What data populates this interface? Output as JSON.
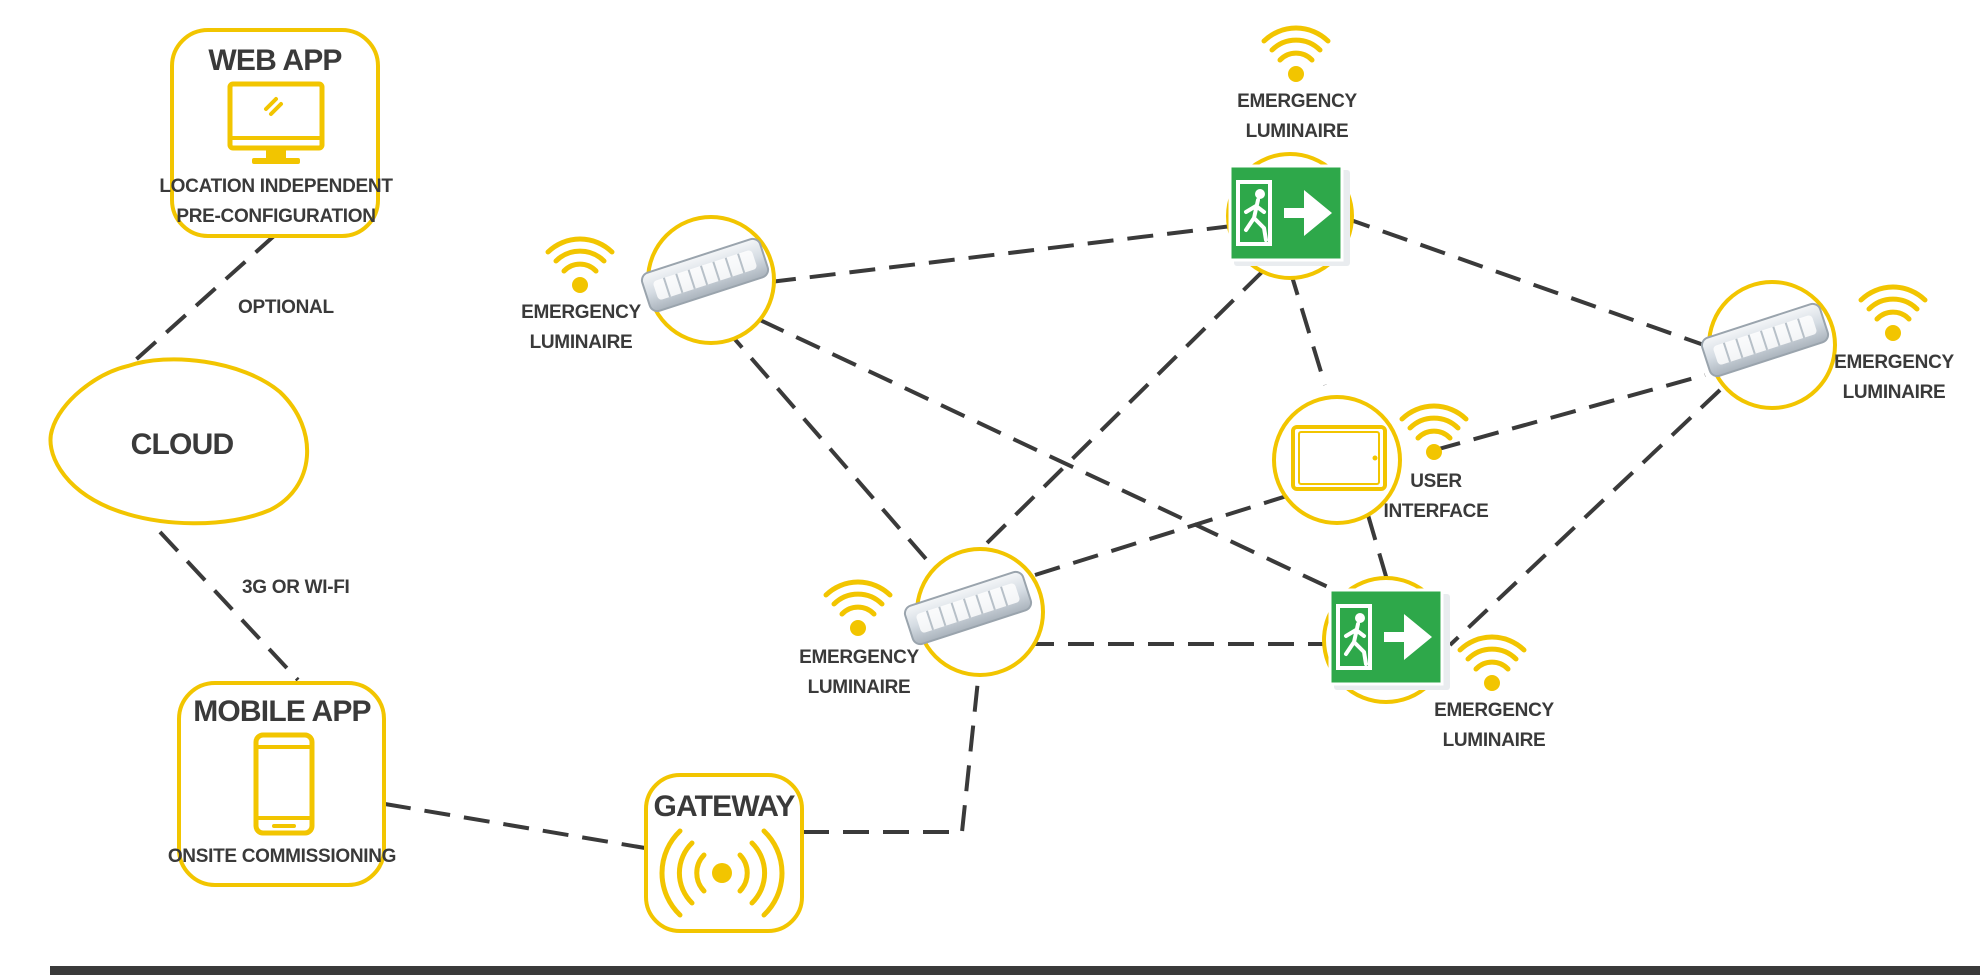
{
  "colors": {
    "accent": "#f2c500",
    "edge": "#3a3a3a",
    "exit_green": "#2ea84a",
    "footer_bar": "#3a3a3a"
  },
  "nodes": {
    "web_app": {
      "title": "WEB APP",
      "line1": "LOCATION INDEPENDENT",
      "line2": "PRE-CONFIGURATION",
      "icon": "monitor-icon"
    },
    "cloud": {
      "title": "CLOUD"
    },
    "mobile_app": {
      "title": "MOBILE APP",
      "subtitle": "ONSITE COMMISSIONING",
      "icon": "smartphone-icon"
    },
    "gateway": {
      "title": "GATEWAY",
      "icon": "broadcast-icon"
    },
    "user_interface": {
      "line1": "USER",
      "line2": "INTERFACE",
      "icon": "tablet-icon"
    },
    "luminaires": [
      {
        "id": "lum-top-left",
        "kind": "batten",
        "line1": "EMERGENCY",
        "line2": "LUMINAIRE"
      },
      {
        "id": "lum-top-center",
        "kind": "exit-sign",
        "line1": "EMERGENCY",
        "line2": "LUMINAIRE"
      },
      {
        "id": "lum-right",
        "kind": "batten",
        "line1": "EMERGENCY",
        "line2": "LUMINAIRE"
      },
      {
        "id": "lum-bottom-center",
        "kind": "batten",
        "line1": "EMERGENCY",
        "line2": "LUMINAIRE"
      },
      {
        "id": "lum-bottom-right",
        "kind": "exit-sign",
        "line1": "EMERGENCY",
        "line2": "LUMINAIRE"
      }
    ]
  },
  "edge_labels": {
    "web_to_cloud": "OPTIONAL",
    "cloud_to_mobile": "3G OR WI-FI"
  }
}
